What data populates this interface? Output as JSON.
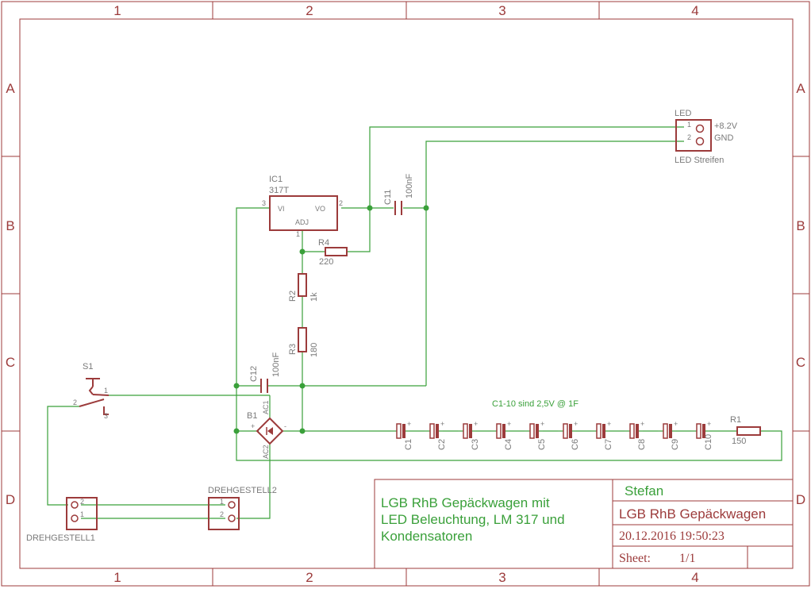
{
  "frame": {
    "columns": [
      "1",
      "2",
      "3",
      "4"
    ],
    "rows": [
      "A",
      "B",
      "C",
      "D"
    ]
  },
  "components": {
    "ic1": {
      "name": "IC1",
      "value": "317T",
      "pin_vi": "VI",
      "pin_vo": "VO",
      "pin_adj": "ADJ",
      "pin3": "3",
      "pin2": "2",
      "pin1": "1"
    },
    "r1": {
      "name": "R1",
      "value": "150"
    },
    "r2": {
      "name": "R2",
      "value": "1k"
    },
    "r3": {
      "name": "R3",
      "value": "180"
    },
    "r4": {
      "name": "R4",
      "value": "220"
    },
    "c11": {
      "name": "C11",
      "value": "100nF"
    },
    "c12": {
      "name": "C12",
      "value": "100nF"
    },
    "b1": {
      "name": "B1",
      "ac1": "AC1",
      "ac2": "AC2",
      "plus": "+",
      "minus": "-"
    },
    "s1": {
      "name": "S1",
      "pin1": "1",
      "pin2": "2",
      "pin3": "3"
    },
    "led": {
      "name": "LED",
      "value": "LED Streifen",
      "pin1": "1",
      "pin2": "2",
      "net1": "+8.2V",
      "net2": "GND"
    },
    "drehgestell1": {
      "name": "DREHGESTELL1",
      "pin1": "1",
      "pin2": "2"
    },
    "drehgestell2": {
      "name": "DREHGESTELL2",
      "pin1": "1",
      "pin2": "2"
    },
    "capacitors": [
      "C1",
      "C2",
      "C3",
      "C4",
      "C5",
      "C6",
      "C7",
      "C8",
      "C9",
      "C10"
    ],
    "cap_plus": "+"
  },
  "note": "C1-10 sind 2,5V @ 1F",
  "title_block": {
    "description_line1": "LGB RhB Gepäckwagen mit",
    "description_line2": "LED Beleuchtung, LM 317 und",
    "description_line3": "Kondensatoren",
    "author": "Stefan",
    "title": "LGB RhB Gepäckwagen",
    "date": "20.12.2016 19:50:23",
    "sheet_label": "Sheet:",
    "sheet_value": "1/1"
  }
}
